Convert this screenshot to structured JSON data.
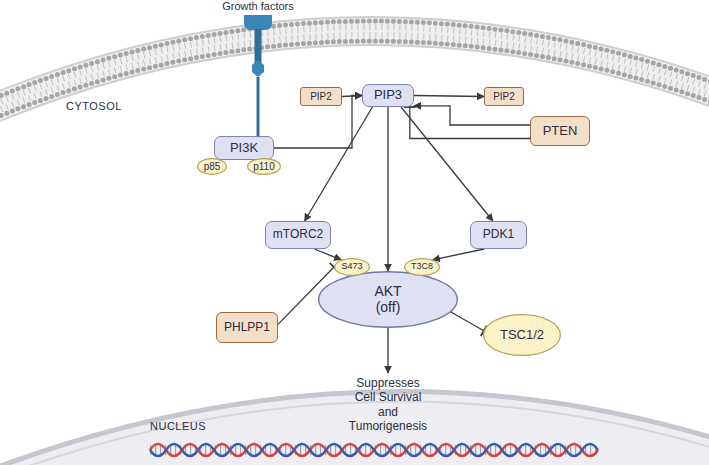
{
  "diagram": {
    "nodes": [
      {
        "text": [
          "PI3K"
        ]
      },
      {
        "text": [
          "p85"
        ],
        "in": 0
      },
      {
        "text": [
          "p110"
        ],
        "in": 0
      },
      {
        "text": [
          "PIP2"
        ]
      },
      {
        "text": [
          "PIP3"
        ]
      },
      {
        "text": [
          "PIP2"
        ]
      },
      {
        "text": [
          "PTEN"
        ]
      },
      {
        "text": [
          "mTORC2"
        ]
      },
      {
        "text": [
          "PDK1"
        ]
      },
      {
        "text": [
          "S473"
        ]
      },
      {
        "text": [
          "T3C8"
        ]
      },
      {
        "text": [
          "PHLPP1"
        ]
      },
      {
        "text": [
          "AKT (off)"
        ]
      },
      {
        "text": [
          "TSC1/2"
        ]
      }
    ],
    "edges": [
      {
        "from": 3,
        "to": 4,
        "arrow": "to"
      },
      {
        "from": 0,
        "to": 4,
        "arrow": "to"
      },
      {
        "from": 4,
        "to": 5,
        "arrow": "to"
      },
      {
        "from": 6,
        "to": 4,
        "arrow": "to"
      },
      {
        "from": 6,
        "to": 4,
        "arrow": "to"
      },
      {
        "from": 4,
        "to": 7,
        "arrow": "to"
      },
      {
        "from": 4,
        "to": 12,
        "arrow": "to"
      },
      {
        "from": 4,
        "to": 8,
        "arrow": "to"
      },
      {
        "from": 7,
        "to": 9,
        "arrow": "to"
      },
      {
        "from": 8,
        "to": 10,
        "arrow": "to"
      },
      {
        "from": 11,
        "to": 9,
        "arrow": "to"
      },
      {
        "from": 12,
        "to": 13,
        "arrow": "to"
      }
    ],
    "labels": [
      "Growth factors",
      "CYTOSOL",
      "NUCLEUS",
      "Suppresses Cell Survival and Tumorigenesis"
    ]
  }
}
